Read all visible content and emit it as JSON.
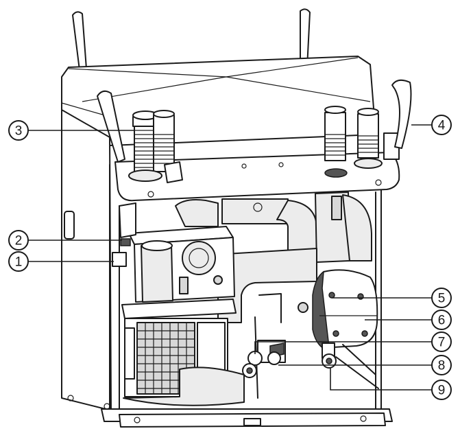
{
  "callouts": [
    {
      "id": "1",
      "label": "1"
    },
    {
      "id": "2",
      "label": "2"
    },
    {
      "id": "3",
      "label": "3"
    },
    {
      "id": "4",
      "label": "4"
    },
    {
      "id": "5",
      "label": "5"
    },
    {
      "id": "6",
      "label": "6"
    },
    {
      "id": "7",
      "label": "7"
    },
    {
      "id": "8",
      "label": "8"
    },
    {
      "id": "9",
      "label": "9"
    }
  ],
  "colors": {
    "line": "#1a1a1a",
    "fill_light": "#ececec",
    "fill_grey": "#d8d8d8"
  }
}
